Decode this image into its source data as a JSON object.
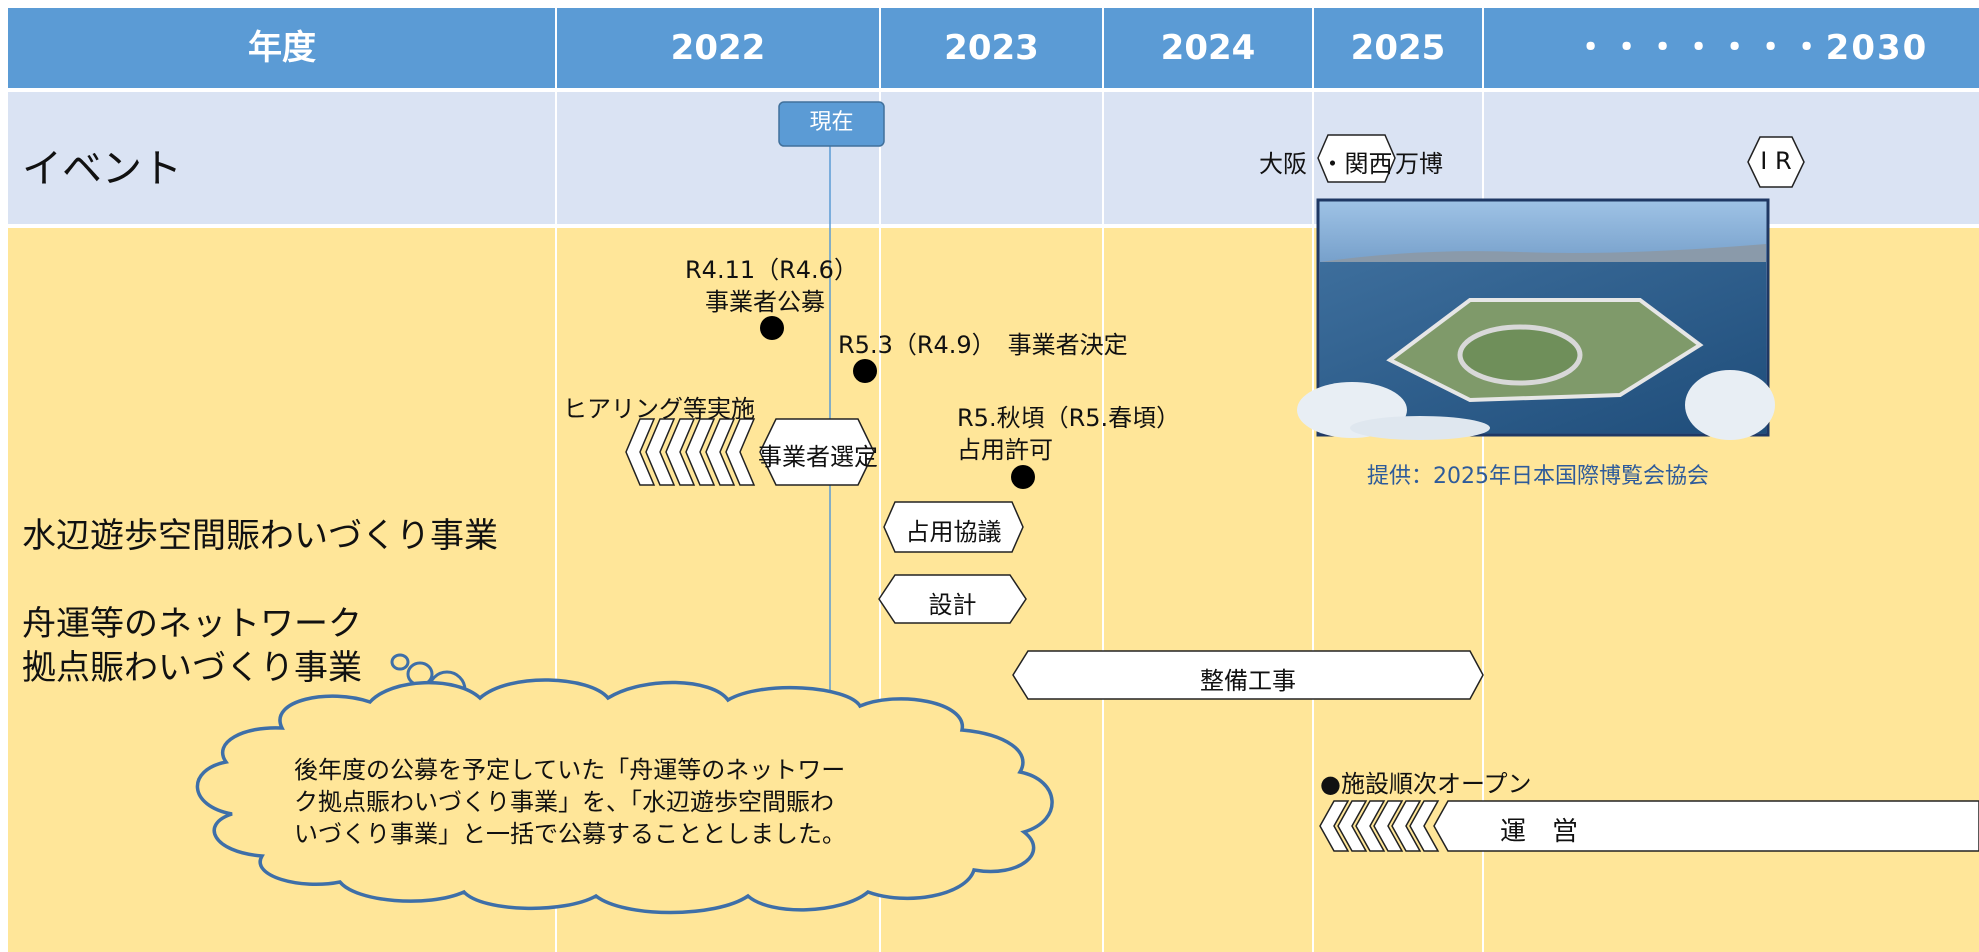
{
  "header": {
    "year_label": "年度",
    "years": [
      "2022",
      "2023",
      "2024",
      "2025",
      "・・・・・・・2030"
    ]
  },
  "rows": {
    "event_label": "イベント",
    "project1_label": "水辺遊歩空間賑わいづくり事業",
    "project2_line1": "舟運等のネットワーク",
    "project2_line2": "拠点賑わいづくり事業"
  },
  "events": {
    "now_label": "現在",
    "expo_prefix": "大阪",
    "expo_hex": "・関西",
    "expo_suffix": "万博",
    "ir_label": "I R"
  },
  "milestones": {
    "recruit_date": "R4.11（R4.6）",
    "recruit_label": "事業者公募",
    "decision": "R5.3（R4.9）　事業者決定",
    "permit_date": "R5.秋頃（R5.春頃）",
    "permit_label": "占用許可",
    "hearing": "ヒアリング等実施",
    "open": "●施設順次オープン"
  },
  "tasks": {
    "selection": "事業者選定",
    "consult": "占用協議",
    "design": "設計",
    "construction": "整備工事",
    "operation": "運　営"
  },
  "photo_caption": "提供：2025年日本国際博覧会協会",
  "callout": {
    "line1": "後年度の公募を予定していた「舟運等のネットワー",
    "line2": "ク拠点賑わいづくり事業」を、「水辺遊歩空間賑わ",
    "line3": "いづくり事業」と一括で公募することとしました。"
  },
  "colors": {
    "header_bg": "#5b9bd5",
    "event_bg": "#dae3f3",
    "body_bg": "#ffe699",
    "accent_blue": "#2e5b9a",
    "cloud_stroke": "#3e6fa8",
    "now_box": "#5b9bd5"
  }
}
